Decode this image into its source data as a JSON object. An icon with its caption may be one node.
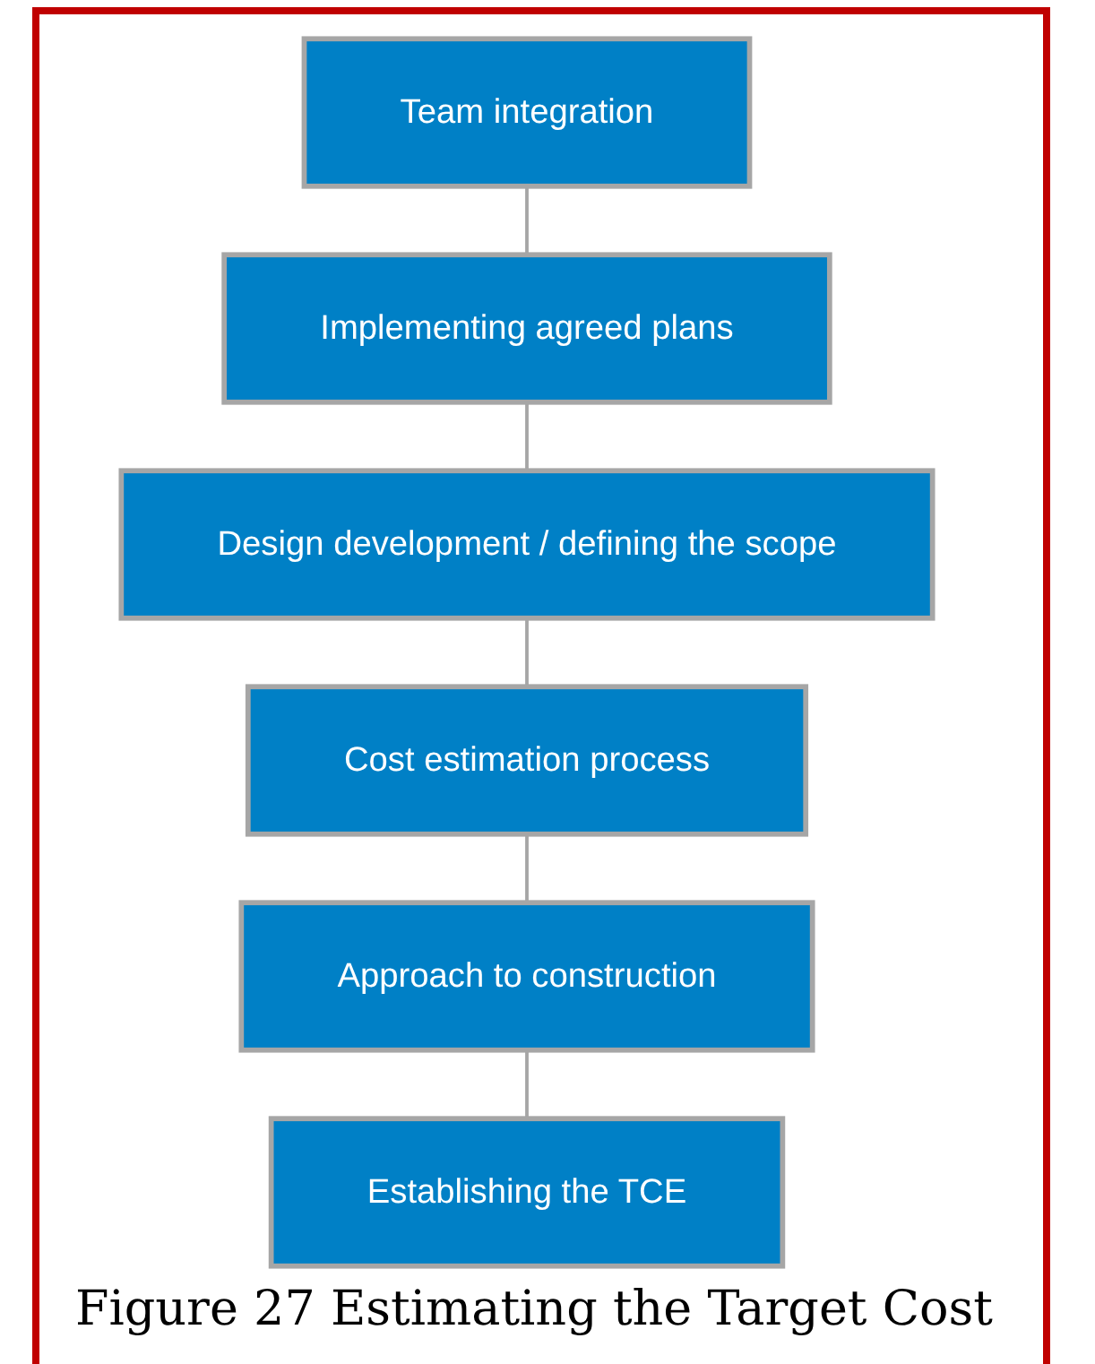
{
  "diagram": {
    "caption": "Figure 27 Estimating the Target Cost",
    "nodes": [
      {
        "text": [
          "Team integration"
        ]
      },
      {
        "text": [
          "Implementing agreed plans"
        ]
      },
      {
        "text": [
          "Design development / defining the scope"
        ]
      },
      {
        "text": [
          "Cost estimation process"
        ]
      },
      {
        "text": [
          "Approach to construction"
        ]
      },
      {
        "text": [
          "Establishing the TCE"
        ]
      }
    ],
    "edges": [
      {
        "from": 0,
        "to": 1,
        "arrow": "none"
      },
      {
        "from": 1,
        "to": 2,
        "arrow": "none"
      },
      {
        "from": 2,
        "to": 3,
        "arrow": "none"
      },
      {
        "from": 3,
        "to": 4,
        "arrow": "none"
      },
      {
        "from": 4,
        "to": 5,
        "arrow": "none"
      }
    ]
  }
}
